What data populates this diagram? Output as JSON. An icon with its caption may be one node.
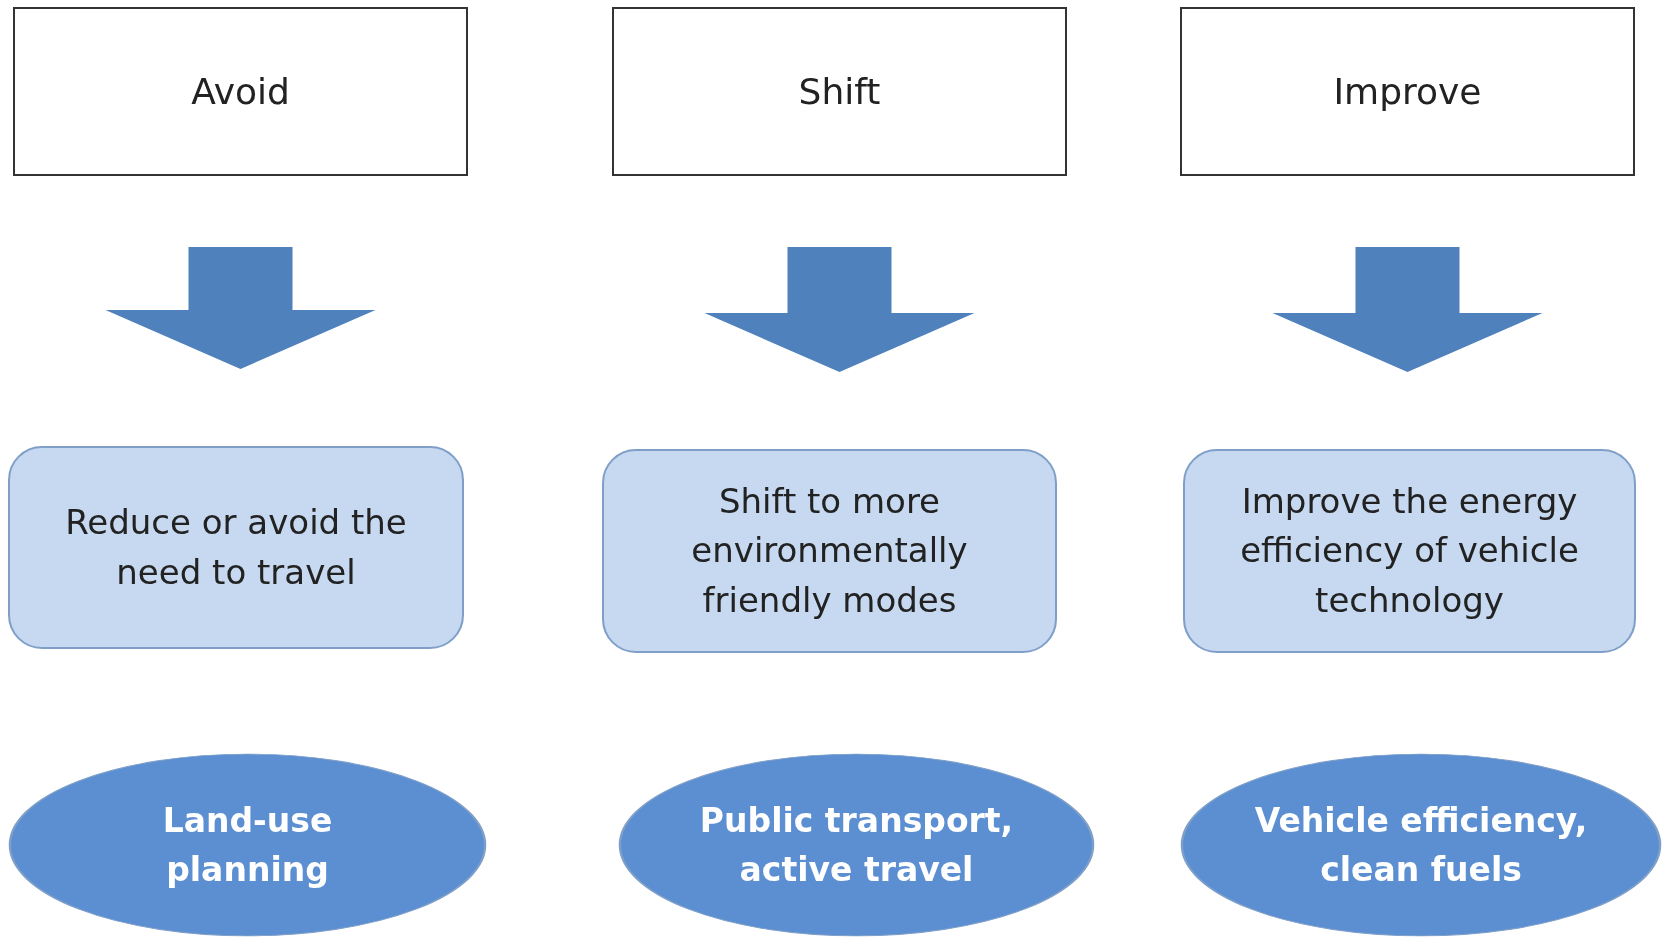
{
  "diagram": {
    "nodes": [
      {
        "text": [
          "Avoid"
        ]
      },
      {
        "text": [
          "Shift"
        ]
      },
      {
        "text": [
          "Improve"
        ]
      },
      {
        "text": [
          "Reduce or avoid the need to travel"
        ]
      },
      {
        "text": [
          "Shift to more environmentally friendly modes"
        ]
      },
      {
        "text": [
          "Improve the energy efficiency of vehicle technology"
        ]
      },
      {
        "text": [
          "Land-use planning"
        ]
      },
      {
        "text": [
          "Public transport, active travel"
        ]
      },
      {
        "text": [
          "Vehicle efficiency, clean fuels"
        ]
      }
    ],
    "edges": [
      {
        "from": 0,
        "to": 3,
        "arrow": "to"
      },
      {
        "from": 1,
        "to": 4,
        "arrow": "to"
      },
      {
        "from": 2,
        "to": 5,
        "arrow": "to"
      }
    ]
  }
}
